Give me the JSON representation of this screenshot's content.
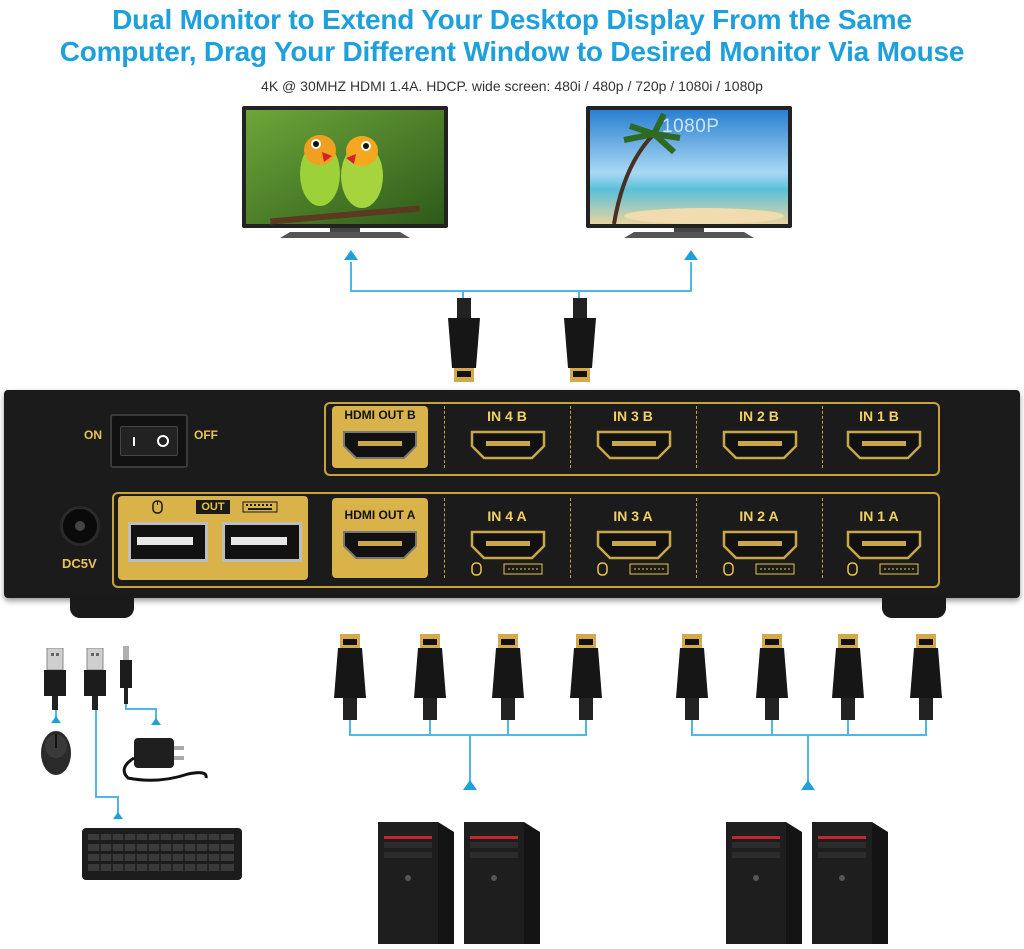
{
  "headline": {
    "line1": "Dual Monitor to Extend Your Desktop Display From the Same",
    "line2": "Computer, Drag Your Different Window to Desired Monitor Via Mouse"
  },
  "subheadline": "4K @ 30MHZ HDMI 1.4A. HDCP. wide screen: 480i / 480p / 720p / 1080i / 1080p",
  "monitor_right_overlay": "1080P",
  "device": {
    "switch_on": "ON",
    "switch_off": "OFF",
    "power_label": "DC5V",
    "usb_out_label": "OUT",
    "hdmi_out_b": "HDMI OUT B",
    "hdmi_out_a": "HDMI OUT A",
    "row_b_ports": [
      "IN 4 B",
      "IN 3 B",
      "IN 2 B",
      "IN 1 B"
    ],
    "row_a_ports": [
      "IN 4 A",
      "IN 3 A",
      "IN 2 A",
      "IN 1 A"
    ]
  },
  "colors": {
    "accent": "#1ea0dc",
    "connector_line": "#4fb6e6",
    "device_body": "#1b1b1b",
    "gold": "#e9c44a"
  },
  "icons": [
    "mouse-icon",
    "keyboard-icon",
    "power-adapter-icon",
    "usb-plug-icon",
    "hdmi-plug-icon",
    "computer-tower-icon",
    "monitor-icon"
  ]
}
